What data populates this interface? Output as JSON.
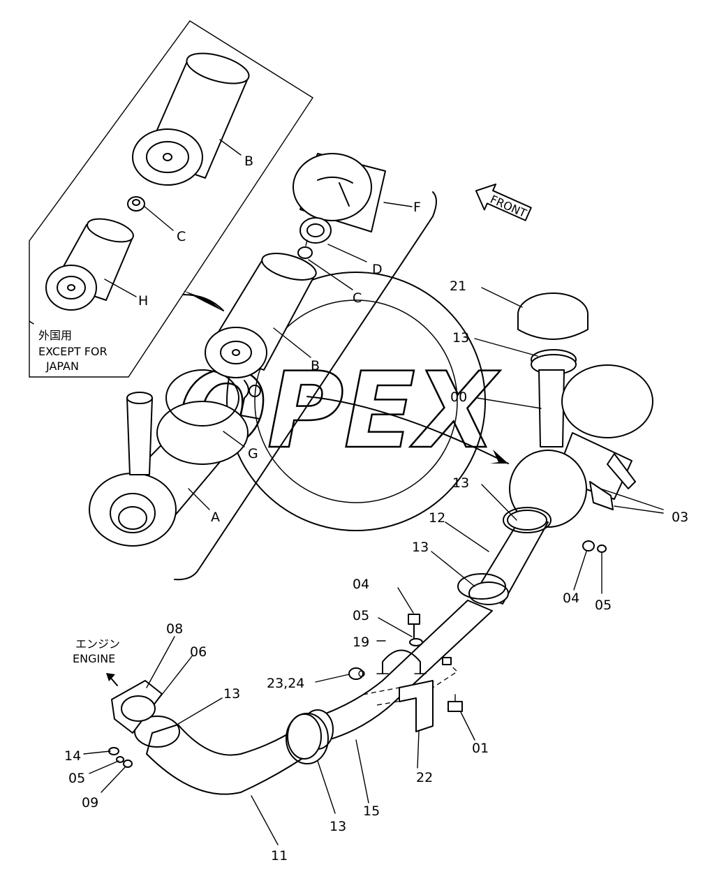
{
  "watermark": "OPEX",
  "front_label": "FRONT",
  "notes": {
    "foreign_jp": "外国用",
    "except_line1": "EXCEPT FOR",
    "except_line2": "JAPAN",
    "engine_jp": "エンジン",
    "engine_en": "ENGINE"
  },
  "callouts": {
    "B_inset": "B",
    "C_inset": "C",
    "H": "H",
    "F": "F",
    "D": "D",
    "C_main": "C",
    "B_main": "B",
    "G": "G",
    "A": "A",
    "n21": "21",
    "n13_top": "13",
    "n00": "00",
    "n13_mid": "13",
    "n03": "03",
    "n12": "12",
    "n13_hose": "13",
    "n04_right": "04",
    "n05_right": "05",
    "n04_bolt": "04",
    "n05_bolt": "05",
    "n19": "19",
    "n23_24": "23,24",
    "n08": "08",
    "n06": "06",
    "n13_elbow": "13",
    "n14": "14",
    "n05_left": "05",
    "n09": "09",
    "n13_bottom": "13",
    "n15": "15",
    "n22": "22",
    "n01": "01",
    "n11": "11"
  }
}
